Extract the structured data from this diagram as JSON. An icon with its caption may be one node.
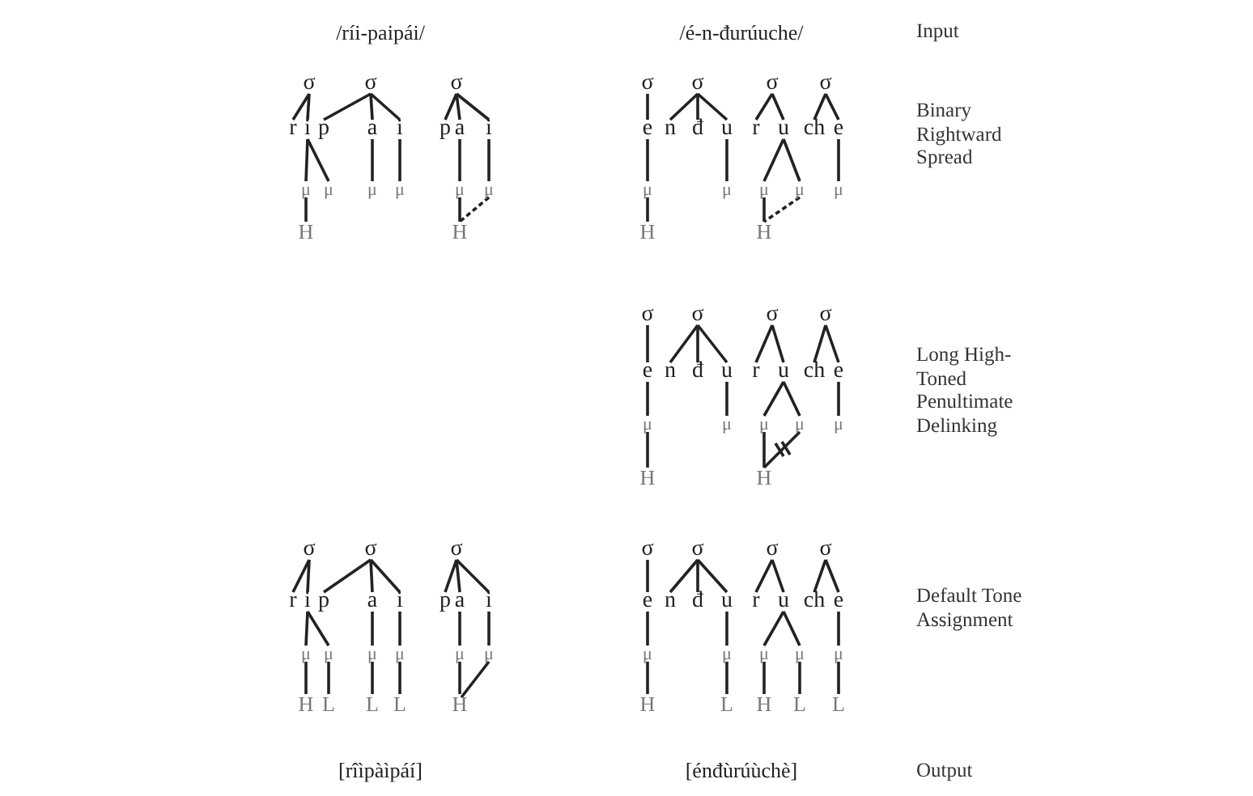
{
  "diagram": {
    "labels": [
      "/ríi-paipái/",
      "/é-n-đurúuche/",
      "Input",
      "σ",
      "σ",
      "σ",
      "r",
      "i",
      "p",
      "a",
      "i",
      "p",
      "a",
      "i",
      "μ",
      "μ",
      "μ",
      "μ",
      "μ",
      "μ",
      "H",
      "H",
      "σ",
      "σ",
      "σ",
      "σ",
      "e",
      "n",
      "đ",
      "u",
      "r",
      "u",
      "ch",
      "e",
      "μ",
      "μ",
      "μ",
      "μ",
      "μ",
      "H",
      "H",
      "Binary Rightward Spread",
      "σ",
      "σ",
      "σ",
      "σ",
      "e",
      "n",
      "đ",
      "u",
      "r",
      "u",
      "ch",
      "e",
      "μ",
      "μ",
      "μ",
      "μ",
      "μ",
      "H",
      "H",
      "Long High-Toned Penultimate Delinking",
      "σ",
      "σ",
      "σ",
      "r",
      "i",
      "p",
      "a",
      "i",
      "p",
      "a",
      "i",
      "μ",
      "μ",
      "μ",
      "μ",
      "μ",
      "μ",
      "H",
      "L",
      "L",
      "L",
      "H",
      "σ",
      "σ",
      "σ",
      "σ",
      "e",
      "n",
      "đ",
      "u",
      "r",
      "u",
      "ch",
      "e",
      "μ",
      "μ",
      "μ",
      "μ",
      "μ",
      "H",
      "L",
      "H",
      "L",
      "L",
      "Default Tone Assignment",
      "[rîìpàìpáí]",
      "[énđùrúùchè]",
      "Output"
    ]
  }
}
